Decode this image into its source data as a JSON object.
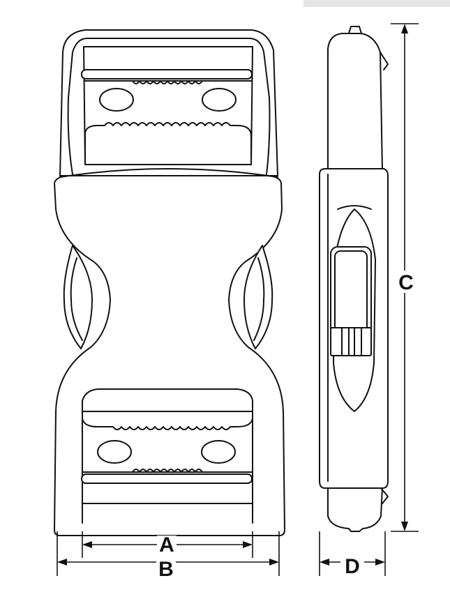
{
  "diagram": {
    "labels": {
      "a": "A",
      "b": "B",
      "c": "C",
      "d": "D"
    },
    "colors": {
      "line": "#111111",
      "background": "#ffffff",
      "corner_strip": "#e4e4e4"
    }
  }
}
